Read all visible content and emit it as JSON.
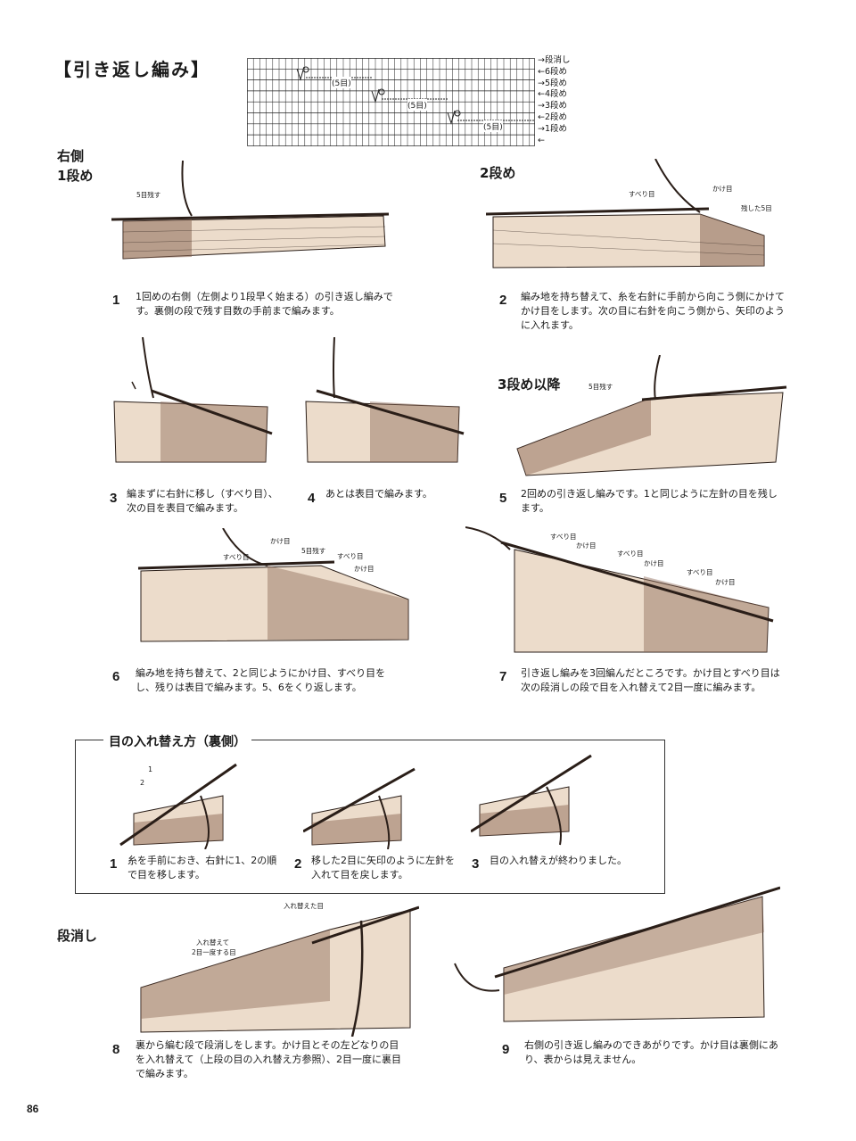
{
  "header": {
    "title": "【引き返し編み】"
  },
  "chart": {
    "rows": [
      "→段消し",
      "←6段め",
      "→5段め",
      "←4段め",
      "→3段め",
      "←2段め",
      "→1段め",
      "←"
    ],
    "labels": [
      "(5目)",
      "(5目)",
      "(5目)"
    ]
  },
  "sections": {
    "right_side": "右側",
    "row1": "1段め",
    "row2": "2段め",
    "row3plus": "3段め以降",
    "close": "段消し"
  },
  "steps": [
    {
      "num": "1",
      "text": "1回めの右側（左側より1段早く始まる）の引き返し編みです。裏側の段で残す目数の手前まで編みます。"
    },
    {
      "num": "2",
      "text": "編み地を持ち替えて、糸を右針に手前から向こう側にかけてかけ目をします。次の目に右針を向こう側から、矢印のように入れます。"
    },
    {
      "num": "3",
      "text": "編まずに右針に移し（すべり目）、次の目を表目で編みます。"
    },
    {
      "num": "4",
      "text": "あとは表目で編みます。"
    },
    {
      "num": "5",
      "text": "2回めの引き返し編みです。1と同じように左針の目を残します。"
    },
    {
      "num": "6",
      "text": "編み地を持ち替えて、2と同じようにかけ目、すべり目をし、残りは表目で編みます。5、6をくり返します。"
    },
    {
      "num": "7",
      "text": "引き返し編みを3回編んだところです。かけ目とすべり目は次の段消しの段で目を入れ替えて2目一度に編みます。"
    },
    {
      "num": "8",
      "text": "裏から編む段で段消しをします。かけ目とその左どなりの目を入れ替えて（上段の目の入れ替え方参照）、2目一度に裏目で編みます。"
    },
    {
      "num": "9",
      "text": "右側の引き返し編みのできあがりです。かけ目は裏側にあり、表からは見えません。"
    }
  ],
  "swap_box": {
    "title": "目の入れ替え方（裏側）",
    "steps": [
      {
        "num": "1",
        "text": "糸を手前におき、右針に1、2の順で目を移します。"
      },
      {
        "num": "2",
        "text": "移した2目に矢印のように左針を入れて目を戻します。"
      },
      {
        "num": "3",
        "text": "目の入れ替えが終わりました。"
      }
    ],
    "fig_labels": [
      "1",
      "2"
    ]
  },
  "fig_labels": {
    "f1": "5目残す",
    "f2_slip": "すべり目",
    "f2_yo": "かけ目",
    "f2_left": "残した5目",
    "f5": "5目残す",
    "f6_slip1": "すべり目",
    "f6_yo1": "かけ目",
    "f6_left": "5目残す",
    "f6_slip2": "すべり目",
    "f6_yo2": "かけ目",
    "f7_slip1": "すべり目",
    "f7_yo1": "かけ目",
    "f7_slip2": "すべり目",
    "f7_yo2": "かけ目",
    "f7_slip3": "すべり目",
    "f7_yo3": "かけ目",
    "f8_swapped": "入れ替えた目",
    "f8_k2tog_1": "入れ替えて",
    "f8_k2tog_2": "2目一度する目"
  },
  "page_number": "86",
  "colors": {
    "yarn_light": "#ecdccb",
    "yarn_dark": "#8d6a58",
    "ink": "#2a1e18"
  }
}
